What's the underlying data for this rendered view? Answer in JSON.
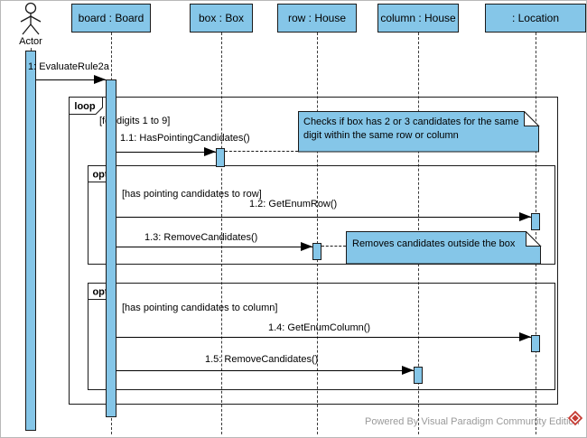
{
  "actor": {
    "label": "Actor"
  },
  "lifelines": [
    {
      "label": "board : Board"
    },
    {
      "label": "box : Box"
    },
    {
      "label": "row : House"
    },
    {
      "label": "column : House"
    },
    {
      "label": ": Location"
    }
  ],
  "fragments": [
    {
      "operator": "loop",
      "guard": "[for digits 1 to 9]"
    },
    {
      "operator": "opt",
      "guard": "[has pointing candidates to row]"
    },
    {
      "operator": "opt",
      "guard": "[has pointing candidates to column]"
    }
  ],
  "messages": [
    {
      "label": "1: EvaluateRule2a"
    },
    {
      "label": "1.1: HasPointingCandidates()"
    },
    {
      "label": "1.2: GetEnumRow()"
    },
    {
      "label": "1.3: RemoveCandidates()"
    },
    {
      "label": "1.4: GetEnumColumn()"
    },
    {
      "label": "1.5: RemoveCandidates()"
    }
  ],
  "notes": [
    {
      "text": "Checks if box has 2 or 3 candidates for the same digit within the same row or column"
    },
    {
      "text": "Removes candidates outside the box"
    }
  ],
  "footer": {
    "text": "Powered By Visual Paradigm Community Edition"
  },
  "colors": {
    "fill": "#85C6E8",
    "border": "#1a1a1a",
    "footer_text": "#9a9a9a",
    "logo_red": "#C53A32"
  }
}
